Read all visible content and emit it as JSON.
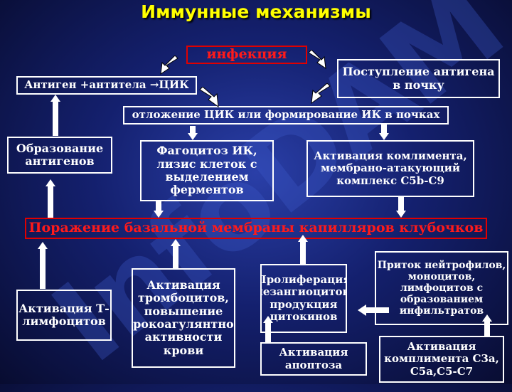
{
  "watermark": "InfoDAM",
  "title": "Иммунные механизмы",
  "boxes": {
    "infection": "инфекция",
    "antigen_entry": "Поступление антигена в почку",
    "antigen_antibody": "Антиген +антитела →ЦИК",
    "deposition": "отложение ЦИК или формирование ИК в почках",
    "antigen_formation": "Образование антигенов",
    "phagocytosis": "Фагоцитоз ИК, лизис клеток с выделением ферментов",
    "complement_mac": "Активация комлимента, мембрано-атакующий комплекс С5b-С9",
    "membrane_damage": "Поражение базальной мембраны капилляров клубочков",
    "t_lymph": "Активация Т-лимфоцитов",
    "platelets": "Активация тромбоцитов, повышение прокоагулянтной активности крови",
    "proliferation": "Пролиферация мезангиоцитов, продукция цитокинов",
    "neutrophils": "Приток нейтрофилов, моноцитов, лимфоцитов с образованием инфильтратов",
    "apoptosis": "Активация апоптоза",
    "complement_c3a": "Активация комплимента С3а, С5а,С5-С7"
  },
  "colors": {
    "title": "#ffff00",
    "alert": "#ff1a1a",
    "line": "#ffffff"
  }
}
